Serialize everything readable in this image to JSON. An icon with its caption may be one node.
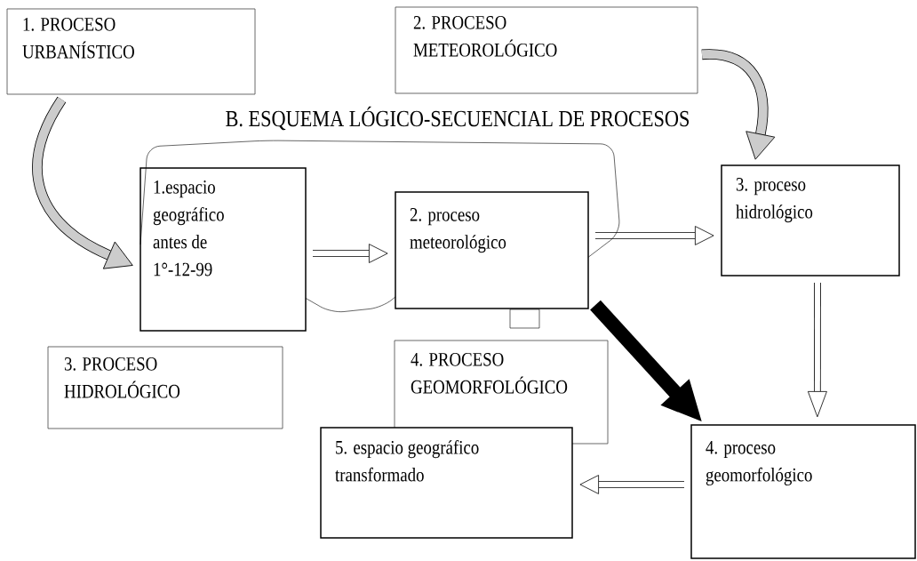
{
  "diagram": {
    "title": "B. ESQUEMA LÓGICO-SECUENCIAL DE PROCESOS",
    "nodes": [
      {
        "text": [
          "1. PROCESO URBANÍSTICO"
        ]
      },
      {
        "text": [
          "2. PROCESO METEOROLÓGICO"
        ]
      },
      {
        "text": [
          "1.espacio geográfico antes de 1°-12-99"
        ]
      },
      {
        "text": [
          "2. proceso meteorológico"
        ]
      },
      {
        "text": [
          "3. proceso hidrológico"
        ]
      },
      {
        "text": [
          "3. PROCESO HIDROLÓGICO"
        ]
      },
      {
        "text": [
          "4. PROCESO GEOMORFOLÓGICO"
        ]
      },
      {
        "text": [
          "5. espacio geográfico transformado"
        ]
      },
      {
        "text": [
          "4. proceso geomorfológico"
        ]
      }
    ],
    "edges": [
      {
        "from": 0,
        "to": 2,
        "arrow": "to"
      },
      {
        "from": 1,
        "to": 4,
        "arrow": "to"
      },
      {
        "from": 2,
        "to": 3,
        "arrow": "to"
      },
      {
        "from": 3,
        "to": 4,
        "arrow": "to"
      },
      {
        "from": 4,
        "to": 8,
        "arrow": "to"
      },
      {
        "from": 8,
        "to": 7,
        "arrow": "to"
      },
      {
        "from": 3,
        "to": 8,
        "arrow": "to",
        "style": "thick"
      },
      {
        "from": 2,
        "to": 3,
        "arrow": "none"
      },
      {
        "from": 2,
        "to": 3,
        "arrow": "none"
      }
    ]
  }
}
